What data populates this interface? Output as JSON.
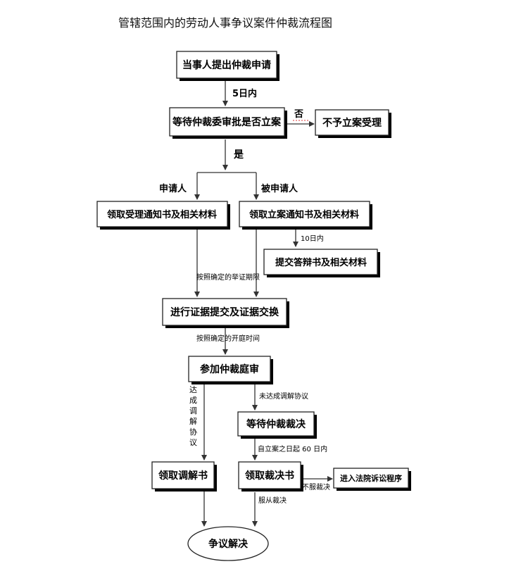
{
  "title": "管辖范围内的劳动人事争议案件仲裁流程图",
  "nodes": {
    "apply": "当事人提出仲裁申请",
    "review": "等待仲裁委审批是否立案",
    "reject": "不予立案受理",
    "applicant_docs": "领取受理通知书及相关材料",
    "respondent_docs": "领取立案通知书及相关材料",
    "defense": "提交答辩书及相关材料",
    "evidence": "进行证据提交及证据交换",
    "hearing": "参加仲裁庭审",
    "await_award": "等待仲裁裁决",
    "mediation": "领取调解书",
    "award": "领取裁决书",
    "court": "进入法院诉讼程序",
    "resolved": "争议解决"
  },
  "edges": {
    "five_days": "5日内",
    "no": "否",
    "yes": "是",
    "applicant": "申请人",
    "respondent": "被申请人",
    "ten_days": "10日内",
    "evidence_period": "按照确定的举证期限",
    "hearing_time": "按照确定的开庭时间",
    "mediated": "达成调解协议",
    "not_mediated": "未达成调解协议",
    "sixty_days": "自立案之日起 60 日内",
    "disagree": "不服裁决",
    "accept": "服从裁决"
  }
}
